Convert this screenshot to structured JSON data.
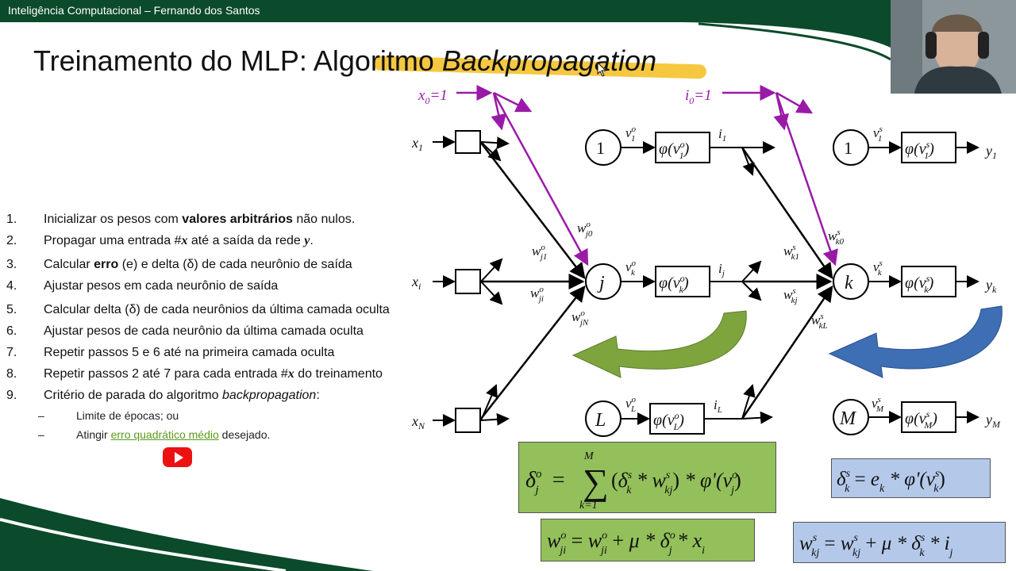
{
  "header": {
    "course": "Inteligência Computacional – Fernando dos Santos"
  },
  "slide": {
    "title_main": "Treinamento do MLP: Algoritmo ",
    "title_italic": "Backpropagation"
  },
  "steps": [
    {
      "num": "1.",
      "pre": "Inicializar os pesos com ",
      "bold": "valores arbitrários",
      "post": " não nulos."
    },
    {
      "num": "2.",
      "pre": "Propagar uma entrada #",
      "bold": "x",
      "post": " até a saída da rede ",
      "tail": "y",
      "end": "."
    },
    {
      "num": "3.",
      "pre": "Calcular ",
      "bold": "erro",
      "post": " (e) e delta (δ) de cada neurônio de saída"
    },
    {
      "num": "4.",
      "pre": "Ajustar pesos em cada neurônio de saída"
    },
    {
      "num": "5.",
      "pre": "Calcular delta (δ) de cada neurônios da última camada oculta"
    },
    {
      "num": "6.",
      "pre": "Ajustar pesos de cada neurônio da última camada oculta"
    },
    {
      "num": "7.",
      "pre": "Repetir passos 5 e 6 até na primeira camada oculta"
    },
    {
      "num": "8.",
      "pre": "Repetir passos 2 até 7 para cada entrada #",
      "bold": "x",
      "post": " do treinamento"
    },
    {
      "num": "9.",
      "pre": "Critério de parada do algoritmo ",
      "ital": "backpropagation",
      "post": ":"
    }
  ],
  "substeps": {
    "s1": "Limite de épocas; ou",
    "s2_pre": "Atingir ",
    "s2_link": "erro quadrático médio",
    "s2_post": " desejado."
  },
  "dash": "–",
  "icons": {
    "youtube": "youtube-play-icon",
    "cursor": "mouse-cursor-icon"
  },
  "diagram": {
    "bias_x": "x",
    "bias_x_sub": "0",
    "bias_x_val": "=1",
    "bias_i": "i",
    "bias_i_sub": "0",
    "bias_i_val": "=1",
    "input_x1": "x",
    "input_x1_sub": "1",
    "input_xi": "x",
    "input_xi_sub": "i",
    "input_xN": "x",
    "input_xN_sub": "N",
    "h1": "1",
    "hj": "j",
    "hL": "L",
    "o1": "1",
    "ok": "k",
    "oM": "M",
    "out_y1_sub": "1",
    "out_yk_sub": "k",
    "out_yM_sub": "M",
    "y": "y",
    "phi": "φ(v",
    "w_o": "w",
    "w_j0_sub": "j0",
    "w_j1_sub": "j1",
    "w_ji_sub": "ji",
    "w_jN_sub": "jN",
    "w_k0_sub": "k0",
    "w_k1_sub": "k1",
    "w_kj_sub": "kj",
    "w_kL_sub": "kL",
    "sup_o": "o",
    "sup_s": "s",
    "i": "i",
    "v": "v"
  },
  "equations": {
    "delta_hidden": "δ",
    "delta_out": "δ",
    "update_hidden": "w",
    "update_out": "w"
  },
  "colors": {
    "header_green": "#0b4a2a",
    "purple": "#9a1aa8",
    "green_box": "#93c05a",
    "blue_box": "#b4c9ea",
    "green_arrow": "#7ea43e",
    "blue_arrow": "#3e6fb4",
    "highlight": "#f5be1e",
    "link_green": "#5a9a1a"
  }
}
